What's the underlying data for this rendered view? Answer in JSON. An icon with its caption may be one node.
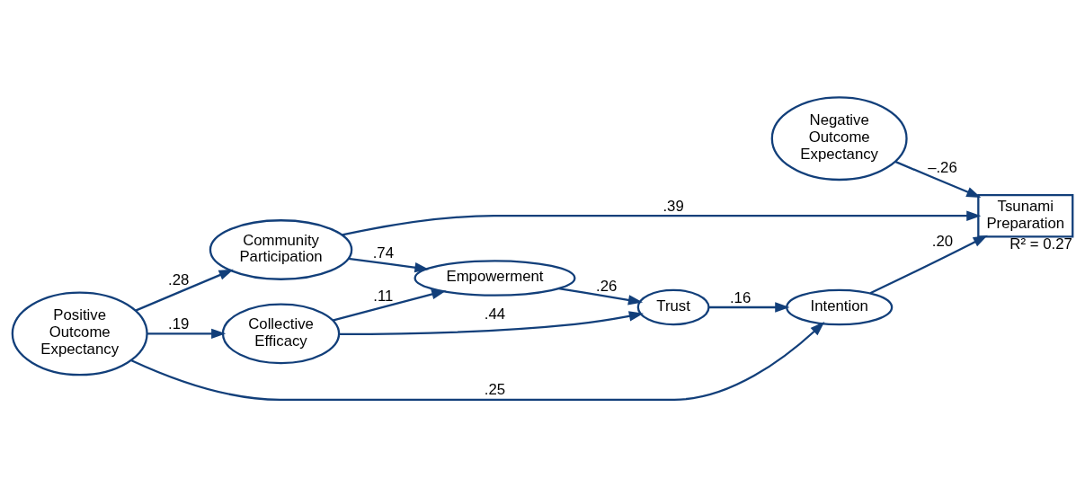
{
  "diagram": {
    "nodes": [
      {
        "text": [
          "Negative Outcome Expectancy"
        ]
      },
      {
        "text": [
          "Community Participation"
        ]
      },
      {
        "text": [
          "Empowerment"
        ]
      },
      {
        "text": [
          "Trust"
        ]
      },
      {
        "text": [
          "Intention"
        ]
      },
      {
        "text": [
          "Tsunami Preparation"
        ],
        "beside": [
          "R² = 0.27"
        ]
      },
      {
        "text": [
          "Collective Efficacy"
        ]
      },
      {
        "text": [
          "Positive Outcome Expectancy"
        ]
      }
    ],
    "edges": [
      {
        "from": 0,
        "to": 5,
        "arrow": "to",
        "label": "–.26"
      },
      {
        "from": 1,
        "to": 5,
        "arrow": "to",
        "label": ".39"
      },
      {
        "from": 1,
        "to": 2,
        "arrow": "to",
        "label": ".74"
      },
      {
        "from": 2,
        "to": 3,
        "arrow": "to",
        "label": ".26"
      },
      {
        "from": 3,
        "to": 4,
        "arrow": "to",
        "label": ".16"
      },
      {
        "from": 4,
        "to": 5,
        "arrow": "to",
        "label": ".20"
      },
      {
        "from": 6,
        "to": 2,
        "arrow": "to",
        "label": ".11"
      },
      {
        "from": 6,
        "to": 3,
        "arrow": "to",
        "label": ".44"
      },
      {
        "from": 7,
        "to": 1,
        "arrow": "to",
        "label": ".28"
      },
      {
        "from": 7,
        "to": 6,
        "arrow": "to",
        "label": ".19"
      },
      {
        "from": 7,
        "to": 4,
        "arrow": "to",
        "label": ".25"
      }
    ]
  }
}
